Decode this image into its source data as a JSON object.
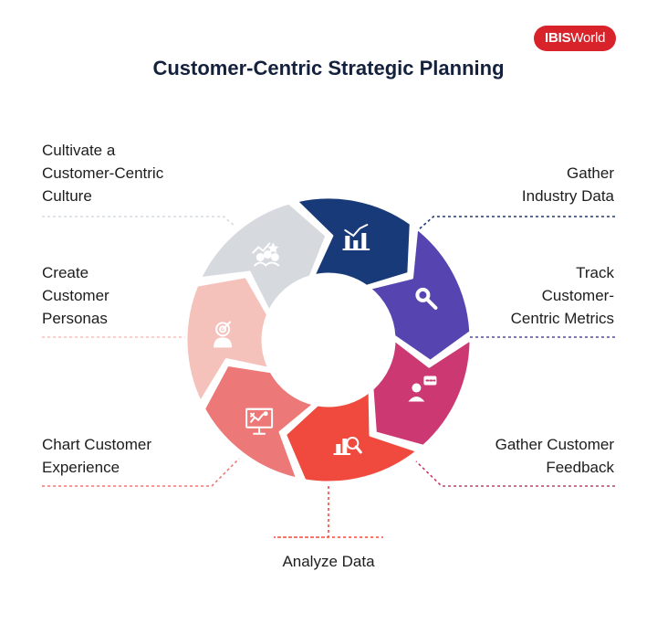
{
  "brand": {
    "logo_bold": "IBIS",
    "logo_regular": "World"
  },
  "title": "Customer-Centric Strategic Planning",
  "steps": [
    {
      "lines": [
        "Cultivate a",
        "Customer-Centric",
        "Culture"
      ],
      "color": "#d6dadf",
      "icon": "ranking-icon"
    },
    {
      "lines": [
        "Gather",
        "Industry Data"
      ],
      "color": "#183a78",
      "icon": "bar-chart-icon"
    },
    {
      "lines": [
        "Track",
        "Customer-",
        "Centric Metrics"
      ],
      "color": "#5645b0",
      "icon": "magnifier-icon"
    },
    {
      "lines": [
        "Gather Customer",
        "Feedback"
      ],
      "color": "#cc3872",
      "icon": "feedback-icon"
    },
    {
      "lines": [
        "Analyze Data"
      ],
      "color": "#f04a3e",
      "icon": "analysis-icon"
    },
    {
      "lines": [
        "Chart Customer",
        "Experience"
      ],
      "color": "#ec7877",
      "icon": "presentation-board-icon"
    },
    {
      "lines": [
        "Create",
        "Customer",
        "Personas"
      ],
      "color": "#f4c2bb",
      "icon": "persona-target-icon"
    }
  ]
}
